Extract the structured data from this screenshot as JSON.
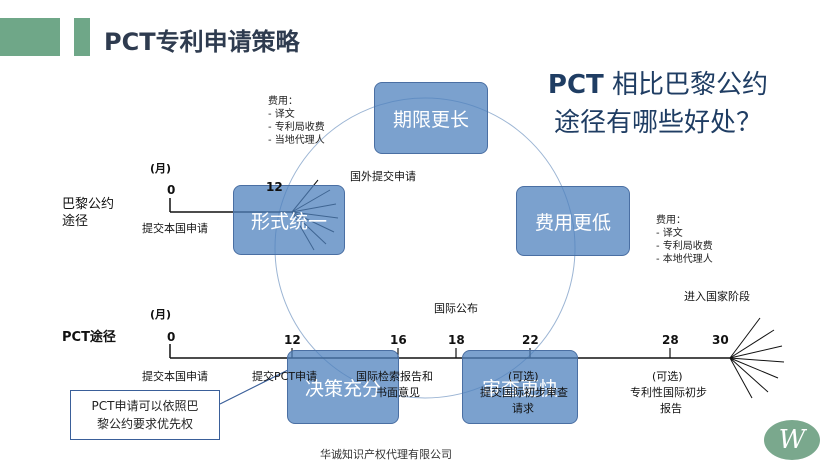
{
  "header": {
    "title": "PCT专利申请策略"
  },
  "question": {
    "prefix": "PCT",
    "line1_rest": " 相比巴黎公约",
    "line2": "途径有哪些好处？"
  },
  "boxes": {
    "term": "期限更长",
    "uniform": "形式统一",
    "cost": "费用更低",
    "decision": "决策充分",
    "exam": "审查更快"
  },
  "fees_left": {
    "title": "费用：",
    "items": [
      "译文",
      "专利局收费",
      "当地代理人"
    ]
  },
  "fees_right": {
    "title": "费用：",
    "items": [
      "译文",
      "专利局收费",
      "本地代理人"
    ]
  },
  "paris": {
    "route_label_1": "巴黎公约",
    "route_label_2": "途径",
    "month_unit": "(月)",
    "t0": "0",
    "t12": "12",
    "submit_home": "提交本国申请",
    "foreign_filing": "国外提交申请"
  },
  "pct": {
    "route_label": "PCT途径",
    "month_unit": "(月)",
    "ticks": [
      "0",
      "12",
      "16",
      "18",
      "22",
      "28",
      "30"
    ],
    "submit_home": "提交本国申请",
    "submit_pct": "提交PCT申请",
    "search_report_1": "国际检索报告和",
    "search_report_2": "书面意见",
    "publication": "国际公布",
    "optional_1": "(可选)",
    "demand_1": "提交国际初步审查",
    "demand_2": "请求",
    "optional_2": "(可选)",
    "prelim_1": "专利性国际初步",
    "prelim_2": "报告",
    "national_phase": "进入国家阶段"
  },
  "note": {
    "line1": "PCT申请可以依照巴",
    "line2": "黎公约要求优先权"
  },
  "footer": {
    "company": "华诚知识产权代理有限公司"
  },
  "logo": {
    "text": "W"
  }
}
